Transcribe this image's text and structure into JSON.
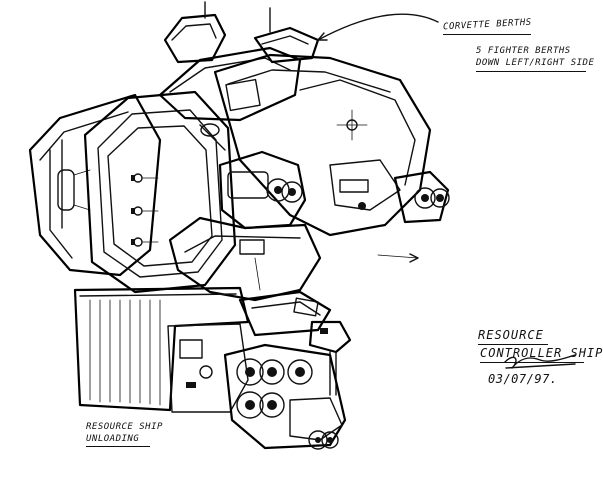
{
  "annotations": {
    "corvette": "CORVETTE BERTHS",
    "fighter_line1": "5 FIGHTER BERTHS",
    "fighter_line2": "DOWN LEFT/RIGHT SIDE",
    "title_line1": "RESOURCE",
    "title_line2": "CONTROLLER SHIP",
    "date": "03/07/97.",
    "note_line1": "RESOURCE SHIP",
    "note_line2": "UNLOADING"
  }
}
